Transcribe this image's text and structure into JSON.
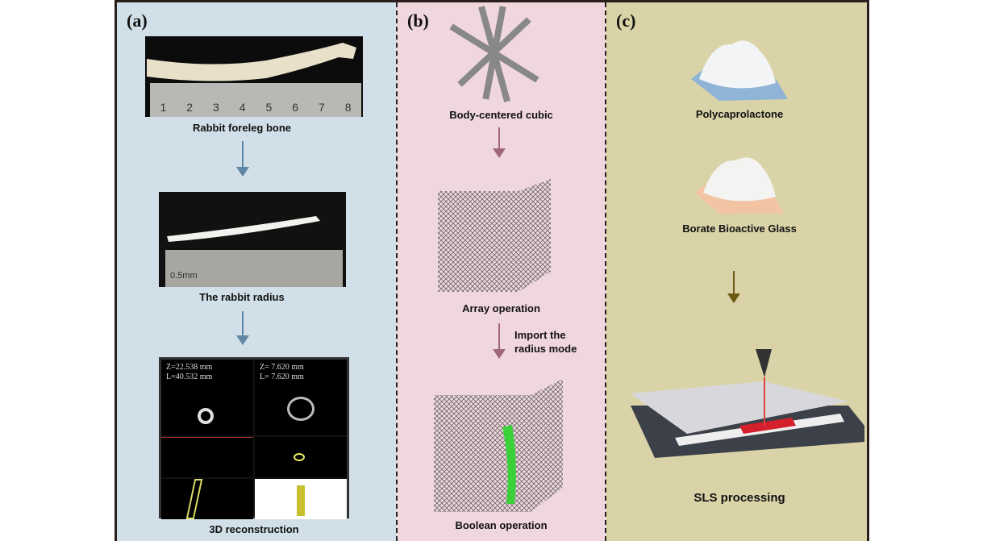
{
  "panels": {
    "a": {
      "label": "(a)",
      "captions": [
        "Rabbit foreleg bone",
        "The rabbit radius",
        "3D reconstruction"
      ],
      "ruler_numbers": [
        "1",
        "2",
        "3",
        "4",
        "5",
        "6",
        "7",
        "8"
      ],
      "ruler_unit": "0.5mm",
      "ct": {
        "left_z": "Z=22.538 mm",
        "left_l": "L=40.532 mm",
        "right_z": "Z= 7.620 mm",
        "right_l": "L= 7.620 mm"
      },
      "arrow_color": "#5f87a3"
    },
    "b": {
      "label": "(b)",
      "captions": [
        "Body-centered cubic",
        "Array operation",
        "Boolean operation"
      ],
      "import_note": "Import the radius mode",
      "arrow_color": "#a0677a"
    },
    "c": {
      "label": "(c)",
      "captions": [
        "Polycaprolactone",
        "Borate Bioactive Glass",
        "SLS processing"
      ],
      "arrow_color": "#6b5a10"
    }
  }
}
